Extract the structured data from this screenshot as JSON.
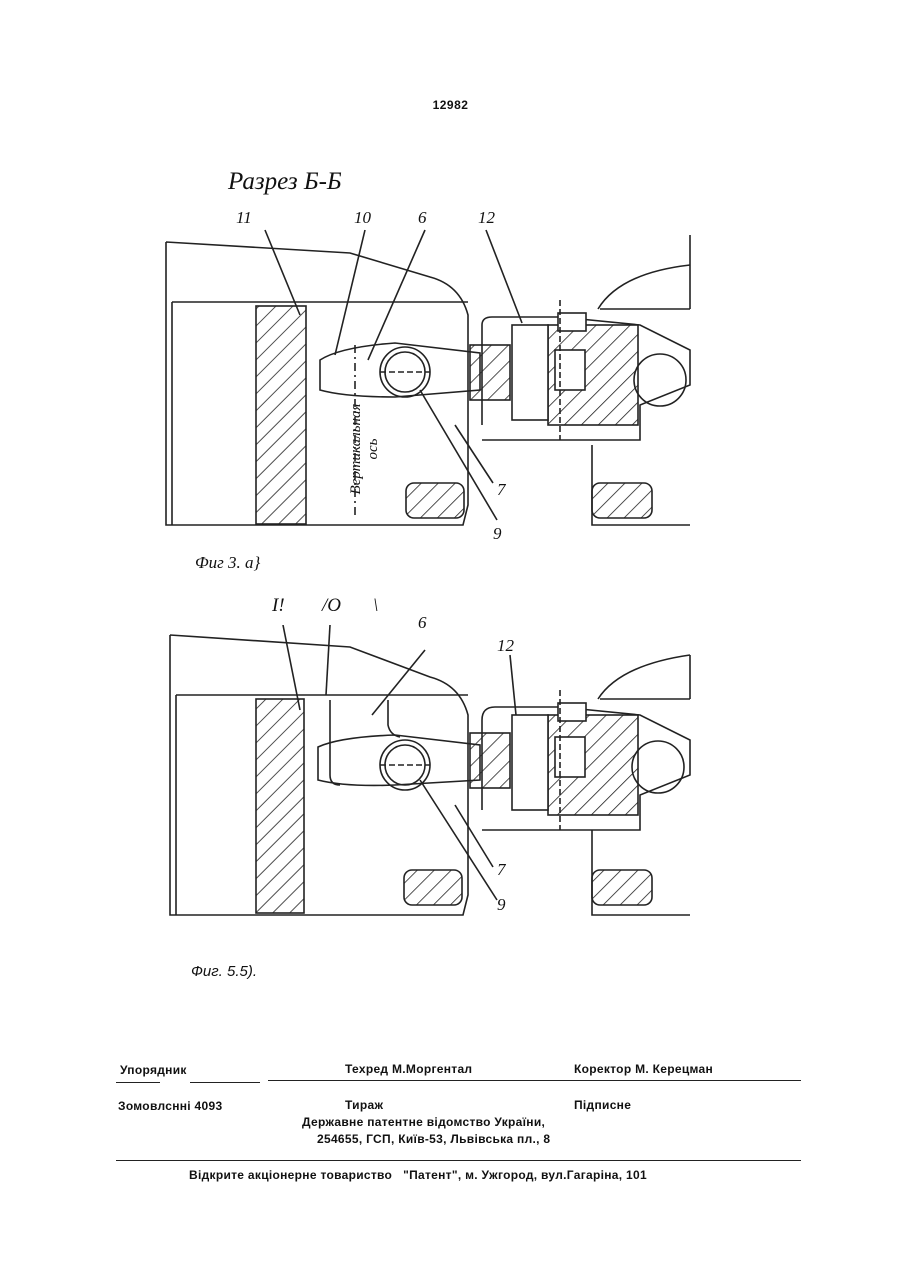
{
  "page_number": "12982",
  "section_title": "Разрез Б-Б",
  "figure_a": {
    "caption": "Фиг 3. а}",
    "callouts": [
      "11",
      "10",
      "6",
      "12",
      "7",
      "9"
    ],
    "axis_label_line1": "Вертикальная",
    "axis_label_line2": "ось"
  },
  "figure_b": {
    "caption": "Фиг. 5.5).",
    "top_marks": [
      "I!",
      "/O",
      "\\"
    ],
    "callouts": [
      "6",
      "12",
      "7",
      "9"
    ]
  },
  "imprint": {
    "compiler_label": "Упорядник",
    "techred": "Техред М.Моргентал",
    "corrector": "Коректор М. Керецман",
    "order": "Зомовлснні 4093",
    "circulation": "Тираж",
    "subscription": "Підписне",
    "office_line1": "Державне патентне відомство України,",
    "office_line2": "254655, ГСП, Київ-53, Львівська пл., 8",
    "publisher": "Відкрите акціонерне товариство   \"Патент\", м. Ужгород, вул.Гагаріна, 101"
  }
}
